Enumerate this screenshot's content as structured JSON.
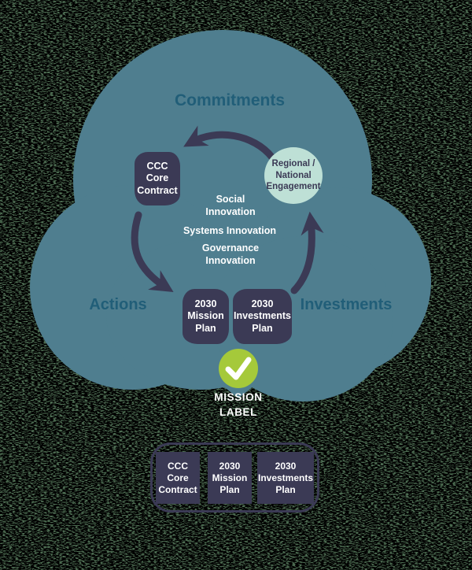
{
  "palette": {
    "noise_green": "#4c6b51",
    "cloud": "#4f7e8f",
    "dark": "#3b3a55",
    "mint": "#bee0d6",
    "heading": "#215e78",
    "check_green": "#a5c93a",
    "white": "#ffffff"
  },
  "headings": {
    "commitments": "Commitments",
    "actions": "Actions",
    "investments": "Investments"
  },
  "cycle": {
    "ccc_box": {
      "lines": [
        "CCC",
        "Core",
        "Contract"
      ]
    },
    "regional_circle": {
      "lines": [
        "Regional /",
        "National",
        "Engagement"
      ]
    },
    "mission_box": {
      "lines": [
        "2030",
        "Mission",
        "Plan"
      ]
    },
    "investments_box": {
      "lines": [
        "2030",
        "Investments",
        "Plan"
      ]
    },
    "center_labels": {
      "social": {
        "lines": [
          "Social",
          "Innovation"
        ]
      },
      "systems": {
        "lines": [
          "Systems Innovation"
        ]
      },
      "governance": {
        "lines": [
          "Governance",
          "Innovation"
        ]
      }
    }
  },
  "badge": {
    "icon": "checkmark",
    "label_lines": [
      "MISSION",
      "LABEL"
    ]
  },
  "legend": {
    "boxes": [
      {
        "lines": [
          "CCC",
          "Core",
          "Contract"
        ]
      },
      {
        "lines": [
          "2030",
          "Mission",
          "Plan"
        ]
      },
      {
        "lines": [
          "2030",
          "Investments",
          "Plan"
        ]
      }
    ]
  }
}
